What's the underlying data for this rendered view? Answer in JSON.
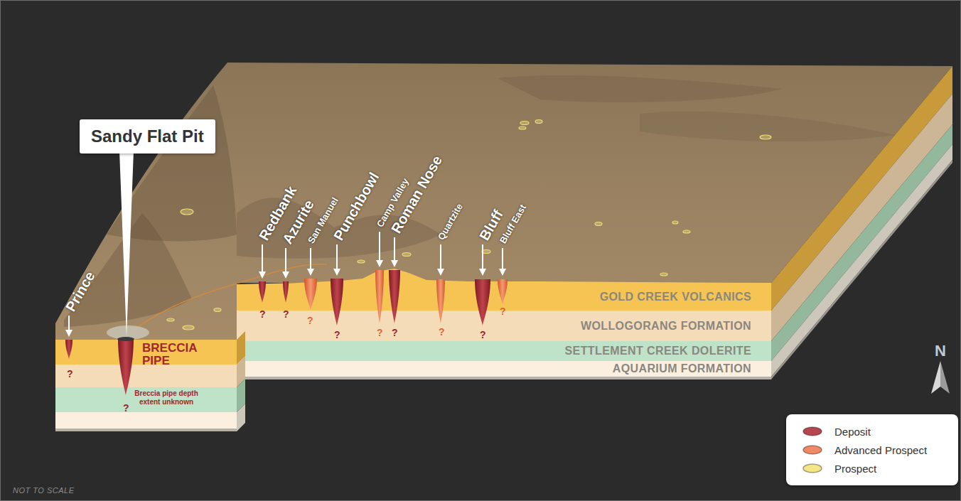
{
  "diagram": {
    "nodes": [
      {
        "text": [
          "Sandy Flat Pit"
        ]
      },
      {
        "text": [
          "GOLD CREEK VOLCANICS"
        ]
      },
      {
        "text": [
          "WOLLOGORANG FORMATION"
        ]
      },
      {
        "text": [
          "SETTLEMENT CREEK DOLERITE"
        ]
      },
      {
        "text": [
          "AQUARIUM FORMATION"
        ]
      }
    ],
    "labels": [
      "Prince",
      "Redbank",
      "Azurite",
      "San Manuel",
      "Punchbowl",
      "Camp Valley",
      "Roman Nose",
      "Quartzite",
      "Bluff",
      "Bluff East",
      "BRECCIA PIPE",
      "Breccia pipe depth extent unknown",
      "?",
      "?",
      "?",
      "?",
      "?",
      "?",
      "?",
      "?",
      "?",
      "?",
      "?",
      "N",
      "NOT TO SCALE"
    ],
    "legend": [
      {
        "text": "Deposit",
        "color": "#b8464e"
      },
      {
        "text": "Advanced Prospect",
        "color": "#f08a64"
      },
      {
        "text": "Prospect",
        "color": "#f6e585"
      }
    ]
  }
}
